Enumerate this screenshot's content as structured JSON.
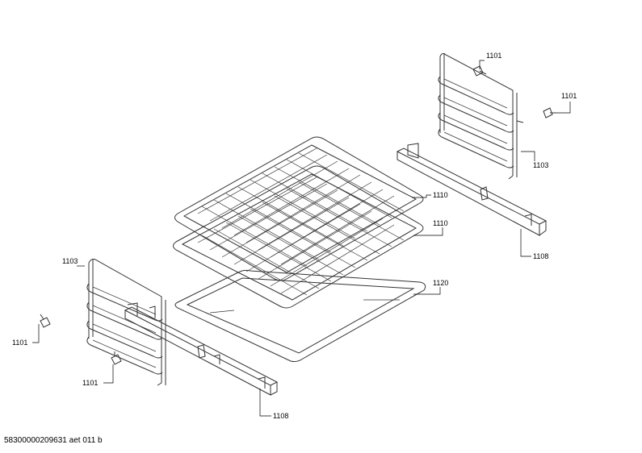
{
  "labels": {
    "screw_top_left": "1101",
    "screw_top_right": "1101",
    "rack_right": "1103",
    "rail_right": "1108",
    "grid_upper": "1110",
    "grid_lower": "1110",
    "tray": "1120",
    "rack_left": "1103",
    "screw_left_a": "1101",
    "screw_left_b": "1101",
    "rail_left": "1108"
  },
  "footer": "58300000209631 aet 011 b"
}
